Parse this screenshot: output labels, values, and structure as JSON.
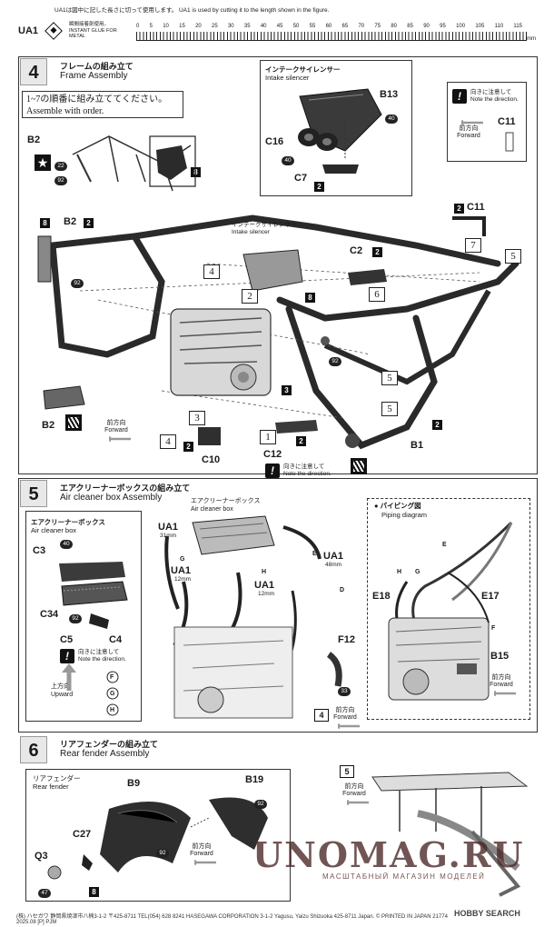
{
  "header": {
    "ua1_note": "UA1は図中に記した長さに切って使用します。 UA1 is used by cutting it to the length shown in the figure.",
    "ua1_tag": "UA1",
    "glue_note_jp": "瞬間接着剤使用。",
    "glue_note_en": "INSTANT GLUE FOR METAL",
    "ruler_ticks": [
      "0",
      "5",
      "10",
      "15",
      "20",
      "25",
      "30",
      "35",
      "40",
      "45",
      "50",
      "55",
      "60",
      "65",
      "70",
      "75",
      "80",
      "85",
      "90",
      "95",
      "100",
      "105",
      "110",
      "115"
    ],
    "ruler_unit": "mm"
  },
  "step4": {
    "number": "4",
    "title_jp": "フレームの組み立て",
    "title_en": "Frame Assembly",
    "order_jp": "1~7の順番に組み立ててください。",
    "order_en": "Assemble with order.",
    "intake_panel": {
      "title_jp": "インテークサイレンサー",
      "title_en": "Intake silencer",
      "parts": [
        "B13",
        "C16",
        "C7"
      ],
      "nums": [
        "40",
        "40",
        "2"
      ]
    },
    "note_panel": {
      "jp": "向きに注意して",
      "en": "Note the direction.",
      "forward_jp": "前方向",
      "forward_en": "Forward",
      "part": "C11"
    },
    "b2_inset": {
      "part": "B2",
      "nums": [
        "22",
        "92",
        "8"
      ]
    },
    "labels": {
      "b2_top": "B2",
      "b2_bottom": "B2",
      "c11": "C11",
      "c2": "C2",
      "b1": "B1",
      "c12": "C12",
      "c10": "C10",
      "intake_jp": "インテークサイレンサー",
      "intake_en": "Intake silencer",
      "forward_jp": "前方向",
      "forward_en": "Forward",
      "c12_note_jp": "向きに注意して",
      "c12_note_en": "Note the direction."
    },
    "nums": {
      "n8a": "8",
      "n2a": "2",
      "n92a": "92",
      "n92b": "92",
      "n8b": "8",
      "n2b": "2",
      "n2c": "2",
      "n2d": "2",
      "n2e": "2",
      "n2f": "2",
      "n2g": "2",
      "n3": "3"
    },
    "refs": {
      "r1": "1",
      "r2": "2",
      "r3": "3",
      "r4": "4",
      "r4b": "4",
      "r5a": "5",
      "r5b": "5",
      "r5c": "5",
      "r6": "6",
      "r7": "7"
    }
  },
  "step5": {
    "number": "5",
    "title_jp": "エアクリーナーボックスの組み立て",
    "title_en": "Air cleaner box Assembly",
    "acb_panel": {
      "title_jp": "エアクリーナーボックス",
      "title_en": "Air cleaner box",
      "parts": [
        "C3",
        "C34",
        "C5",
        "C4"
      ],
      "nums": [
        "40",
        "92"
      ],
      "note_jp": "向きに注意して",
      "note_en": "Note the direction.",
      "upward_jp": "上方向",
      "upward_en": "Upward",
      "letters": [
        "F",
        "G",
        "H"
      ]
    },
    "center": {
      "acb_jp": "エアクリーナーボックス",
      "acb_en": "Air cleaner box",
      "ua1_31": "UA1",
      "ua1_31_len": "31mm",
      "ua1_12a": "UA1",
      "ua1_12a_len": "12mm",
      "ua1_12b": "UA1",
      "ua1_12b_len": "12mm",
      "ua1_48": "UA1",
      "ua1_48_len": "48mm",
      "letters": [
        "F",
        "G",
        "H",
        "E",
        "D"
      ],
      "f12": "F12",
      "n33": "33",
      "step_ref": "4",
      "forward_jp": "前方向",
      "forward_en": "Forward"
    },
    "piping": {
      "title_jp": "● パイピング図",
      "title_en": "Piping diagram",
      "parts": [
        "E18",
        "E17",
        "B15"
      ],
      "letters": [
        "E",
        "H",
        "G",
        "F"
      ],
      "forward_jp": "前方向",
      "forward_en": "Forward"
    }
  },
  "step6": {
    "number": "6",
    "title_jp": "リアフェンダーの組み立て",
    "title_en": "Rear fender Assembly",
    "panel": {
      "title_jp": "リアフェンダー",
      "title_en": "Rear fender",
      "parts": [
        "B9",
        "B19",
        "C27",
        "Q3"
      ],
      "nums": [
        "92",
        "92",
        "47",
        "8"
      ],
      "forward_jp": "前方向",
      "forward_en": "Forward"
    },
    "right": {
      "step_ref": "5",
      "forward_jp": "前方向",
      "forward_en": "Forward"
    }
  },
  "watermark": {
    "main": "UNOMAG.RU",
    "sub": "МАСШТАБНЫЙ МАГАЗИН МОДЕЛЕЙ"
  },
  "footer": {
    "text": "(株) ハセガワ 静岡県焼津市八楠3-1-2 〒425-8711 TEL(054) 628 8241   HASEGAWA CORPORATION 3-1-2 Yagusu, Yaizu Shizuoka 425-8711 Japan.   © PRINTED IN JAPAN 21774 2025.08 [P] PJM",
    "brand": "HOBBY SEARCH"
  }
}
